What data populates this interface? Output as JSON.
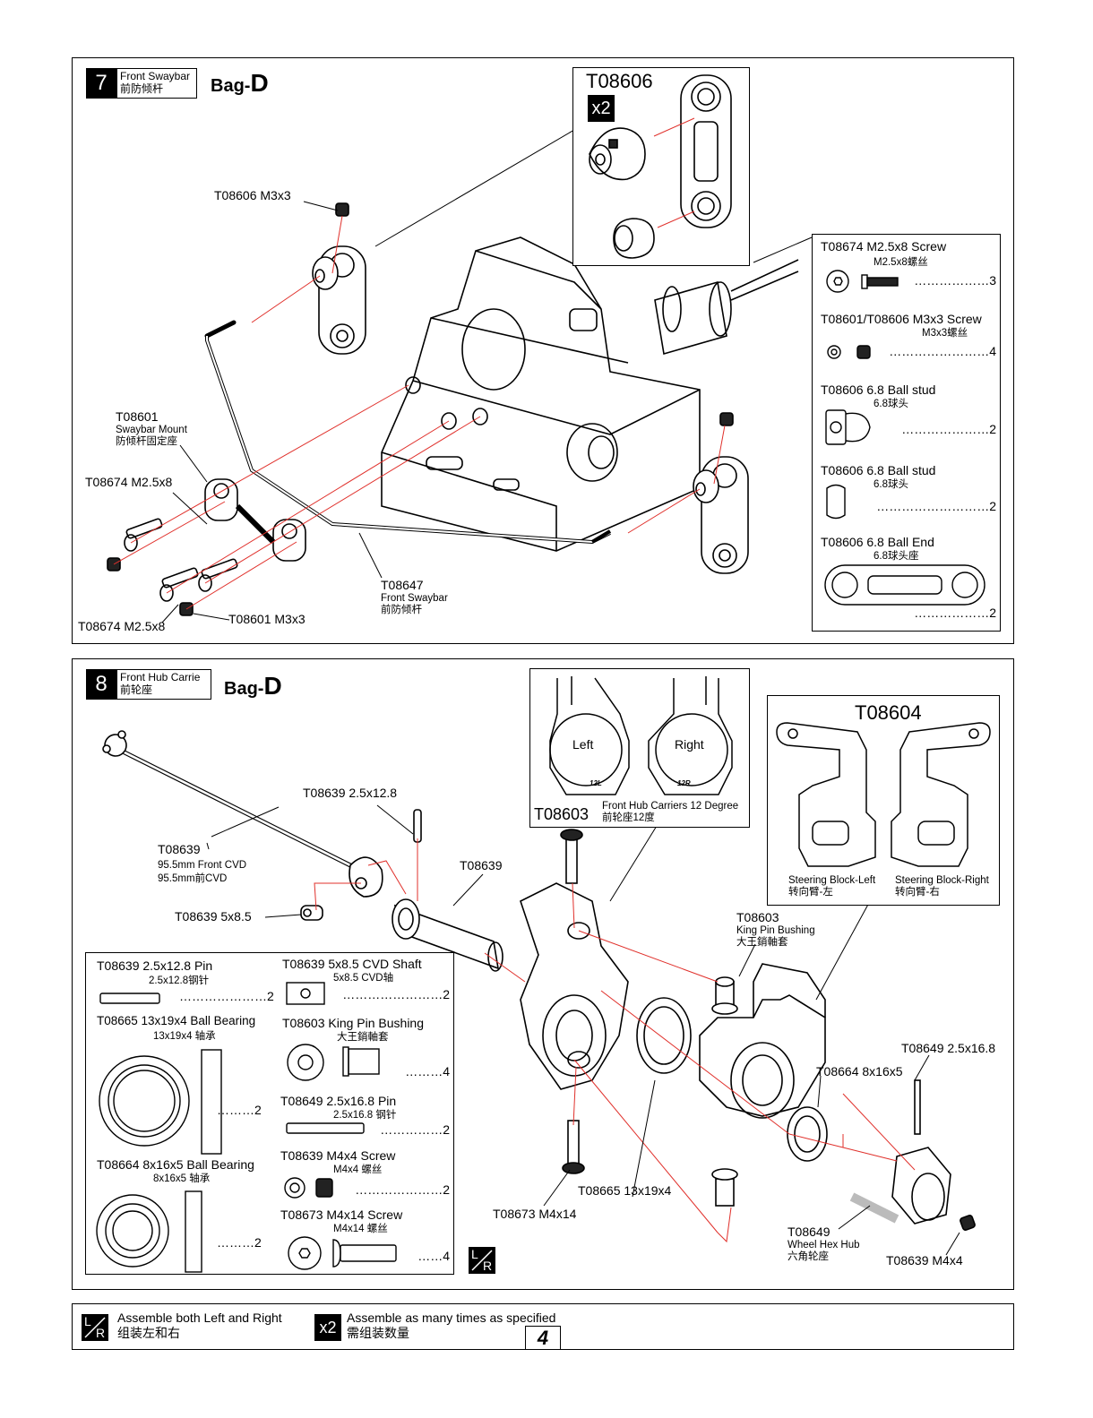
{
  "step7": {
    "number": "7",
    "title_en": "Front Swaybar",
    "title_cn": "前防倾杆",
    "bag_prefix": "Bag-",
    "bag_letter": "D",
    "detail": {
      "code": "T08606",
      "multiplier": "x2"
    },
    "callouts": {
      "t08606_m3x3": "T08606  M3x3",
      "t08601_code": "T08601",
      "t08601_en": "Swaybar Mount",
      "t08601_cn": "防倾杆固定座",
      "t08674_top": "T08674  M2.5x8",
      "t08674_bottom": "T08674  M2.5x8",
      "t08601_m3x3": "T08601 M3x3",
      "t08647_code": "T08647",
      "t08647_en": "Front Swaybar",
      "t08647_cn": "前防倾杆"
    },
    "parts": [
      {
        "name": "T08674  M2.5x8 Screw",
        "cn": "M2.5x8螺丝",
        "qty": "………………3"
      },
      {
        "name": "T08601/T08606  M3x3 Screw",
        "cn": "M3x3螺丝",
        "qty": "……………………4"
      },
      {
        "name": "T08606  6.8 Ball stud",
        "cn": "6.8球头",
        "qty": "…………………2"
      },
      {
        "name": "T08606  6.8 Ball stud",
        "cn": "6.8球头",
        "qty": "………………………2"
      },
      {
        "name": "T08606  6.8 Ball End",
        "cn": "6.8球头座",
        "qty": "………………2"
      }
    ]
  },
  "step8": {
    "number": "8",
    "title_en": "Front Hub Carrie",
    "title_cn": "前轮座",
    "bag_prefix": "Bag-",
    "bag_letter": "D",
    "hub_detail": {
      "left": "Left",
      "right": "Right",
      "mark_l": "12L",
      "mark_r": "12R",
      "code": "T08603",
      "en": "Front Hub Carriers 12 Degree",
      "cn": "前轮座12度"
    },
    "steer_detail": {
      "code": "T08604",
      "left_en": "Steering Block-Left",
      "left_cn": "转向臂-左",
      "right_en": "Steering Block-Right",
      "right_cn": "转向臂-右"
    },
    "callouts": {
      "t08639_pin": "T08639  2.5x12.8",
      "t08639_cvd_code": "T08639",
      "t08639_cvd_en": "95.5mm Front CVD",
      "t08639_cvd_cn": "95.5mm前CVD",
      "t08639_shaft": "T08639  5x8.5",
      "t08639_mid": "T08639",
      "t08603_code": "T08603",
      "t08603_en": "King Pin Bushing",
      "t08603_cn": "大王銷軸套",
      "t08649_pin": "T08649 2.5x16.8",
      "t08664": "T08664 8x16x5",
      "t08665": "T08665 13x19x4",
      "t08673": "T08673  M4x14",
      "t08649_code": "T08649",
      "t08649_en": "Wheel Hex Hub",
      "t08649_cn": "六角轮座",
      "t08639_m4x4": "T08639  M4x4"
    },
    "parts_left": [
      {
        "name": "T08639  2.5x12.8 Pin",
        "cn": "2.5x12.8钢针",
        "qty": "…………………2"
      },
      {
        "name": "T08665  13x19x4 Ball Bearing",
        "cn": "13x19x4 轴承",
        "qty": "………2"
      },
      {
        "name": "T08664  8x16x5 Ball Bearing",
        "cn": "8x16x5 轴承",
        "qty": "………2"
      }
    ],
    "parts_right": [
      {
        "name": "T08639  5x8.5 CVD Shaft",
        "cn": "5x8.5 CVD轴",
        "qty": "……………………2"
      },
      {
        "name": "T08603  King Pin Bushing",
        "cn": "大王銷軸套",
        "qty": "………4"
      },
      {
        "name": "T08649  2.5x16.8 Pin",
        "cn": "2.5x16.8 钢针",
        "qty": "……………2"
      },
      {
        "name": "T08639  M4x4 Screw",
        "cn": "M4x4 螺丝",
        "qty": "…………………2"
      },
      {
        "name": "T08673  M4x14 Screw",
        "cn": "M4x14 螺丝",
        "qty": "……4"
      }
    ]
  },
  "footer": {
    "lr_text_en": "Assemble both Left and Right",
    "lr_text_cn": "组装左和右",
    "x2_badge": "x2",
    "x2_text_en": "Assemble as many times as specified",
    "x2_text_cn": "需组装数量",
    "page_number": "4"
  },
  "lr_glyph": {
    "l": "L",
    "r": "R"
  }
}
